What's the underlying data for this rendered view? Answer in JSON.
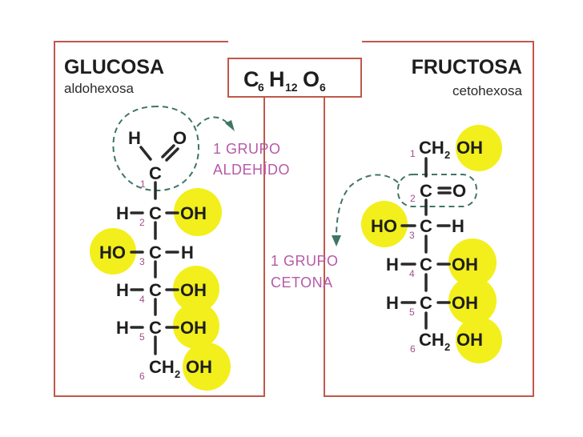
{
  "formula": {
    "c": "C",
    "c_sub": "6",
    "h": "H",
    "h_sub": "12",
    "o": "O",
    "o_sub": "6"
  },
  "glucose": {
    "title": "GLUCOSA",
    "subtitle": "aldohexosa",
    "group_label_line1": "1 GRUPO",
    "group_label_line2": "ALDEHÍDO",
    "atoms": {
      "h_top": "H",
      "o_top": "O",
      "c1": "C",
      "c2_left": "H",
      "c2": "C",
      "c2_right": "OH",
      "c3_left": "HO",
      "c3": "C",
      "c3_right": "H",
      "c4_left": "H",
      "c4": "C",
      "c4_right": "OH",
      "c5_left": "H",
      "c5": "C",
      "c5_right": "OH",
      "c6_ch": "CH",
      "c6_sub": "2",
      "c6_oh": "OH"
    },
    "carbon_numbers": [
      "1",
      "2",
      "3",
      "4",
      "5",
      "6"
    ]
  },
  "fructose": {
    "title": "FRUCTOSA",
    "subtitle": "cetohexosa",
    "group_label_line1": "1 GRUPO",
    "group_label_line2": "CETONA",
    "atoms": {
      "c1_ch": "CH",
      "c1_sub": "2",
      "c1_oh": "OH",
      "c2": "C",
      "c2_o": "O",
      "c3_left": "HO",
      "c3": "C",
      "c3_right": "H",
      "c4_left": "H",
      "c4": "C",
      "c4_right": "OH",
      "c5_left": "H",
      "c5": "C",
      "c5_right": "OH",
      "c6_ch": "CH",
      "c6_sub": "2",
      "c6_oh": "OH"
    },
    "carbon_numbers": [
      "1",
      "2",
      "3",
      "4",
      "5",
      "6"
    ]
  },
  "colors": {
    "panel_border": "#c0584a",
    "highlight": "#f2ef1c",
    "group_label": "#b65aa6",
    "dashed_outline": "#3f7567",
    "carbon_number": "#a0508a"
  }
}
